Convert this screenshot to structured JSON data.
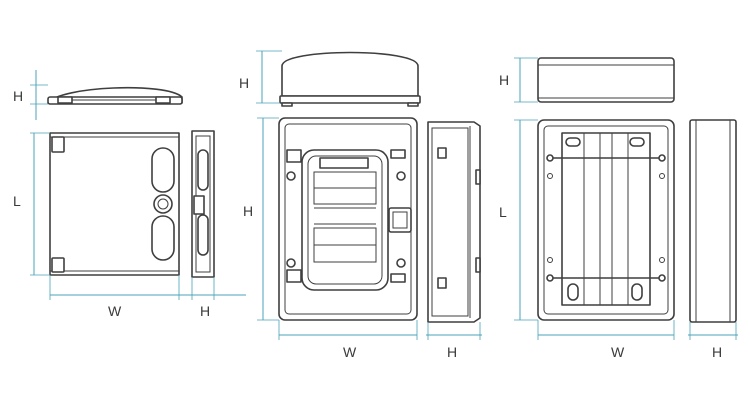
{
  "colors": {
    "outline": "#3f3f3f",
    "dimension": "#4aa3b8",
    "background": "#ffffff"
  },
  "views": {
    "small_box": {
      "top_label": "H",
      "front_height_label": "L",
      "front_width_label": "W",
      "side_depth_label": "H"
    },
    "large_box": {
      "top_label": "H",
      "front_height_label": "H",
      "front_width_label": "W",
      "side_depth_label": "H"
    },
    "back_box": {
      "top_label": "H",
      "back_height_label": "L",
      "back_width_label": "W",
      "side_depth_label": "H"
    }
  }
}
